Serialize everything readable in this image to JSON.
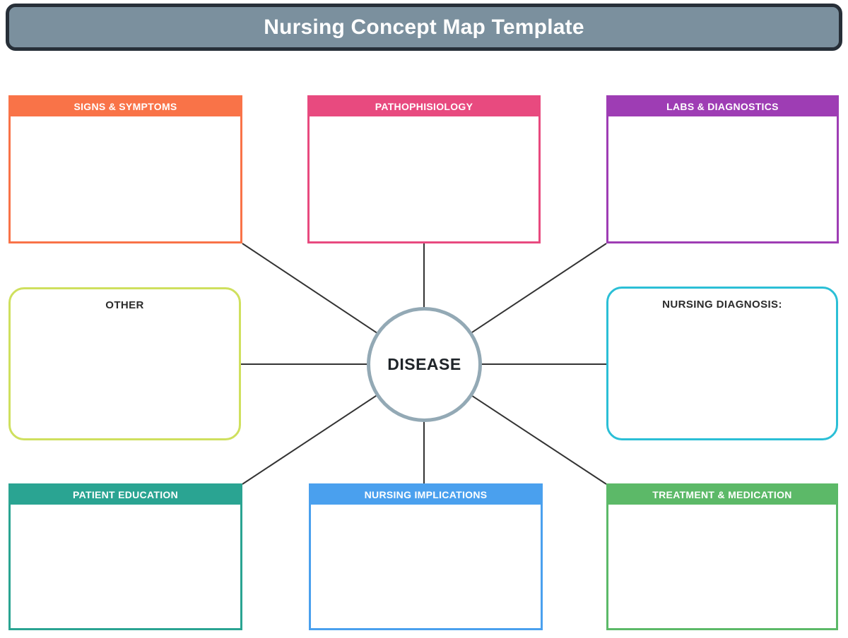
{
  "title": "Nursing Concept Map Template",
  "center": {
    "label": "DISEASE"
  },
  "nodes": {
    "signs_symptoms": {
      "label": "SIGNS & SYMPTOMS",
      "color": "#F97348"
    },
    "pathophisiology": {
      "label": "PATHOPHISIOLOGY",
      "color": "#E84A7F"
    },
    "labs_diagnostics": {
      "label": "LABS & DIAGNOSTICS",
      "color": "#9E3DB4"
    },
    "other": {
      "label": "OTHER",
      "color": "#CFE05E"
    },
    "nursing_diagnosis": {
      "label": "NURSING DIAGNOSIS:",
      "color": "#2BBFD6"
    },
    "patient_education": {
      "label": "PATIENT EDUCATION",
      "color": "#2AA492"
    },
    "nursing_implications": {
      "label": "NURSING IMPLICATIONS",
      "color": "#4AA0EE"
    },
    "treatment_medication": {
      "label": "TREATMENT & MEDICATION",
      "color": "#5CB968"
    }
  },
  "style": {
    "title_bg": "#7B909E",
    "title_border": "#272F38",
    "circle_border": "#93A9B5",
    "connector_color": "#333333"
  }
}
